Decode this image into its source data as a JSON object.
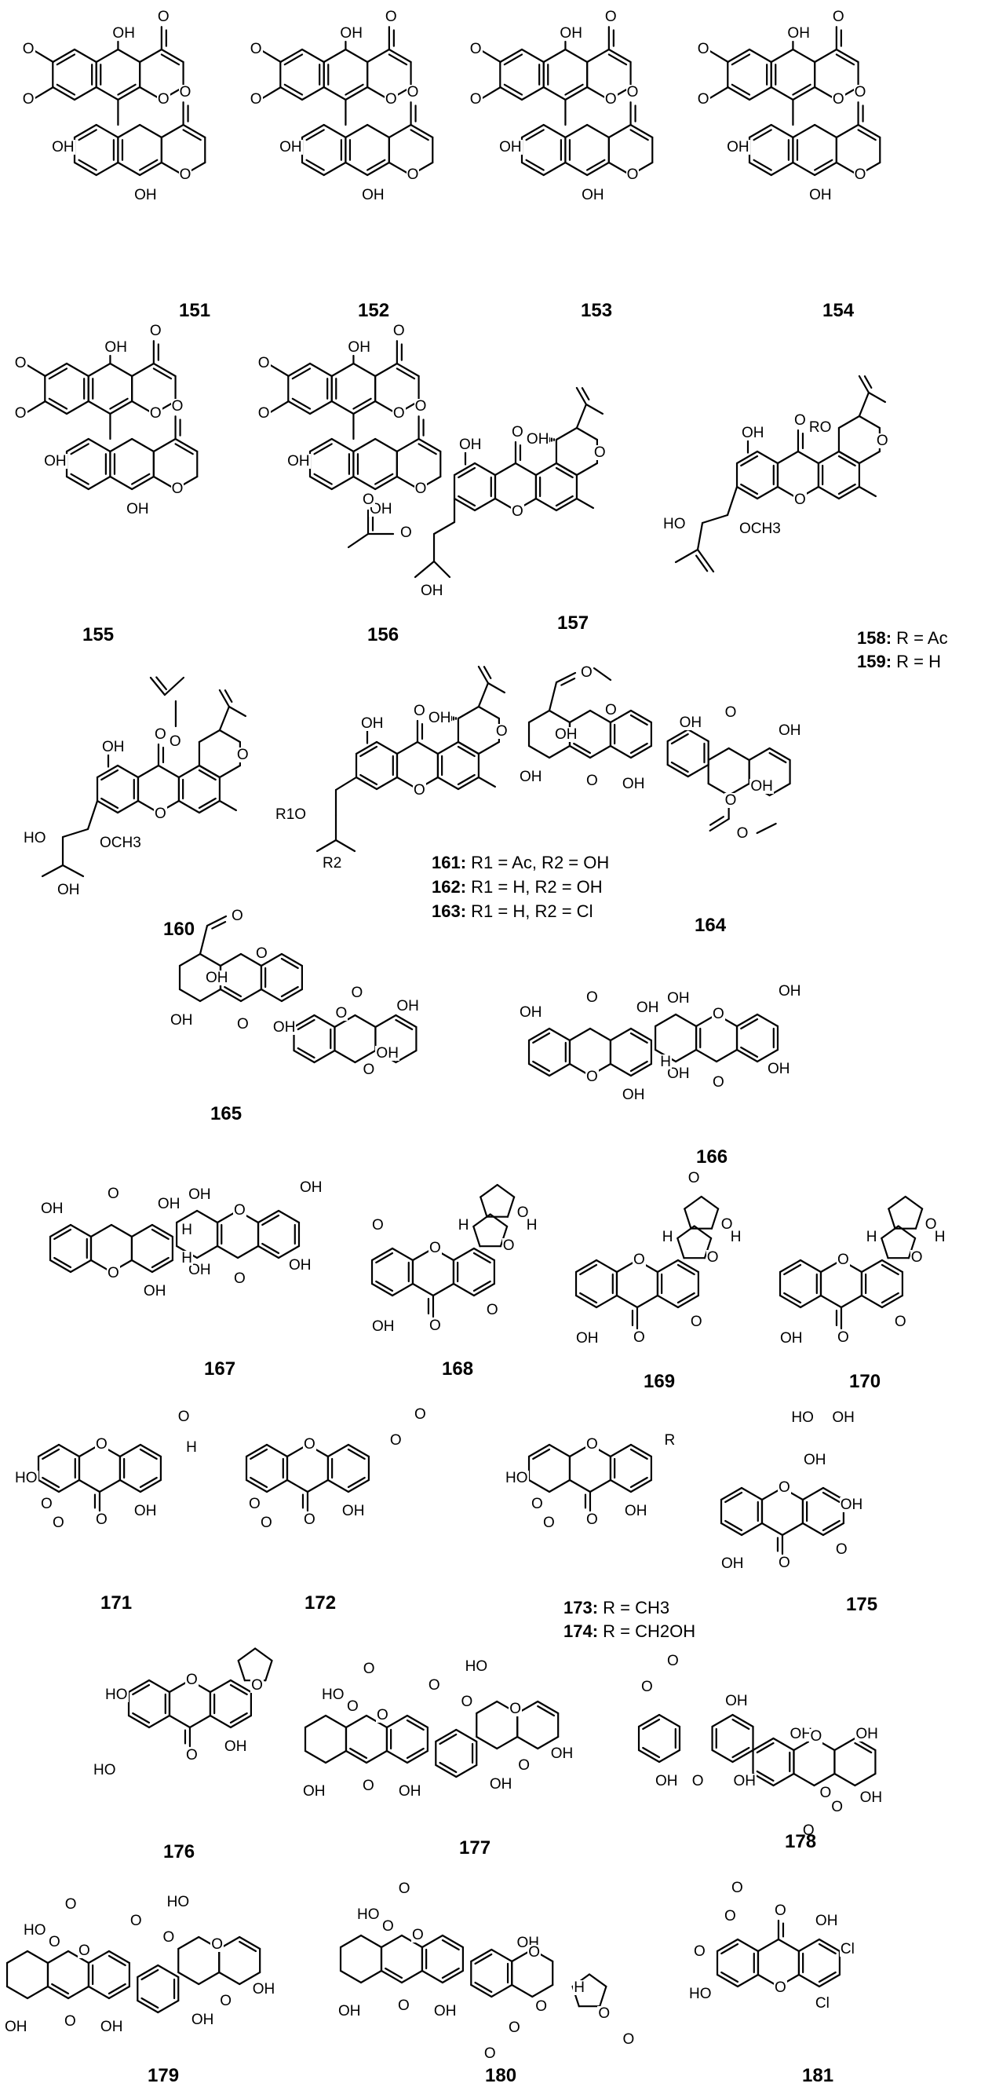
{
  "compounds": [
    {
      "id": "151",
      "label": "151"
    },
    {
      "id": "152",
      "label": "152"
    },
    {
      "id": "153",
      "label": "153"
    },
    {
      "id": "154",
      "label": "154"
    },
    {
      "id": "155",
      "label": "155"
    },
    {
      "id": "156",
      "label": "156"
    },
    {
      "id": "157",
      "label": "157"
    },
    {
      "id": "160",
      "label": "160"
    },
    {
      "id": "164",
      "label": "164"
    },
    {
      "id": "165",
      "label": "165"
    },
    {
      "id": "166",
      "label": "166"
    },
    {
      "id": "167",
      "label": "167"
    },
    {
      "id": "168",
      "label": "168"
    },
    {
      "id": "169",
      "label": "169"
    },
    {
      "id": "170",
      "label": "170"
    },
    {
      "id": "171",
      "label": "171"
    },
    {
      "id": "172",
      "label": "172"
    },
    {
      "id": "175",
      "label": "175"
    },
    {
      "id": "176",
      "label": "176"
    },
    {
      "id": "177",
      "label": "177"
    },
    {
      "id": "178",
      "label": "178"
    },
    {
      "id": "179",
      "label": "179"
    },
    {
      "id": "180",
      "label": "180"
    },
    {
      "id": "181",
      "label": "181"
    }
  ],
  "r_groups": {
    "c158": {
      "id": "158:",
      "text": "R = Ac"
    },
    "c159": {
      "id": "159:",
      "text": "R = H"
    },
    "c161": {
      "id": "161:",
      "text": "R1 = Ac, R2 = OH"
    },
    "c162": {
      "id": "162:",
      "text": "R1 = H, R2 = OH"
    },
    "c163": {
      "id": "163:",
      "text": "R1 = H, R2 = Cl"
    },
    "c173": {
      "id": "173:",
      "text": "R = CH3"
    },
    "c174": {
      "id": "174:",
      "text": "R = CH2OH"
    }
  },
  "atoms": {
    "oh": "OH",
    "o": "O",
    "ho": "HO",
    "och3": "OCH3",
    "r": "R",
    "ro": "RO",
    "r1o": "R1O",
    "r2": "R2",
    "h": "H",
    "cl": "Cl"
  }
}
